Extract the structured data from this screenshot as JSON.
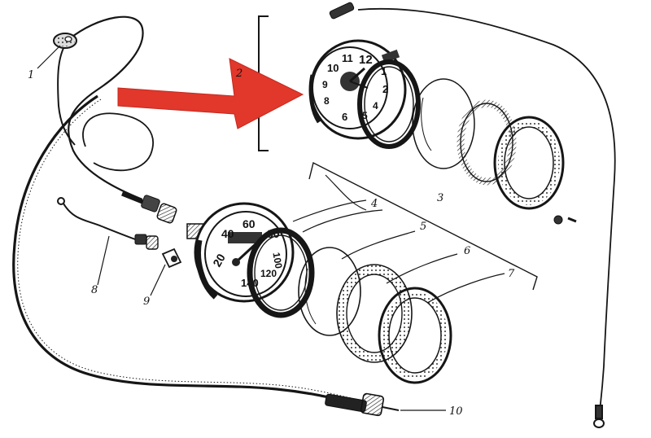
{
  "callouts": {
    "c1": "1",
    "c2": "2",
    "c3": "3",
    "c4": "4",
    "c5": "5",
    "c6": "6",
    "c7": "7",
    "c8": "8",
    "c9": "9",
    "c10": "10"
  },
  "clock_dial": [
    "12",
    "1",
    "2",
    "4",
    "5",
    "6",
    "8",
    "9",
    "10",
    "11"
  ],
  "speedometer_dial": [
    "20",
    "40",
    "60",
    "80",
    "100",
    "120",
    "140"
  ],
  "colors": {
    "ink": "#161616",
    "arrow": "#e2372b",
    "paper": "#ffffff"
  },
  "icons": {
    "arrow": "red-arrow-icon"
  }
}
